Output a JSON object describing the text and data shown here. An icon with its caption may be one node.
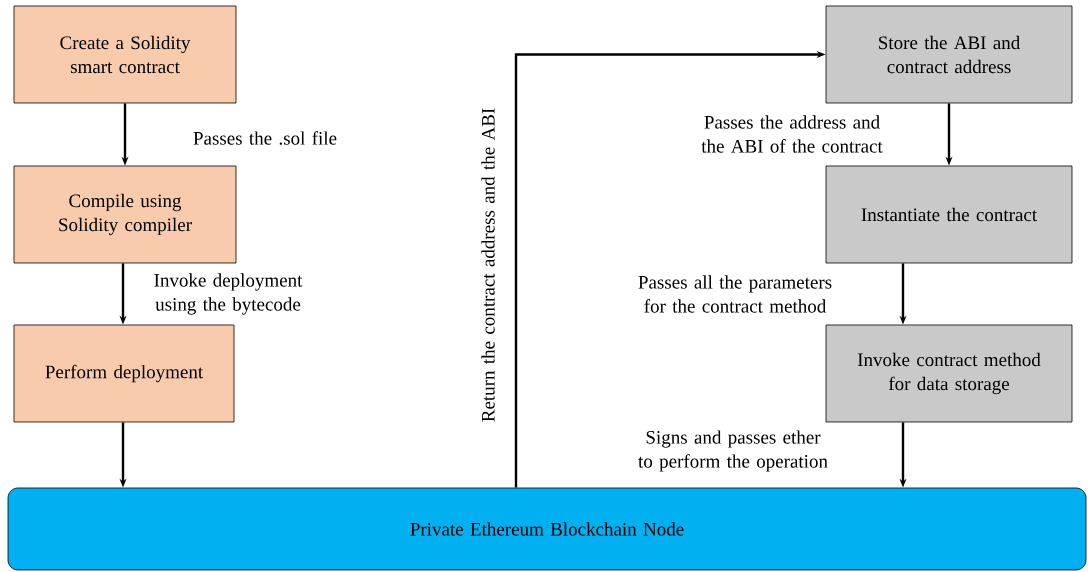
{
  "diagram": {
    "nodes": [
      {
        "text": [
          "Create a Solidity smart contract"
        ]
      },
      {
        "text": [
          "Compile using Solidity compiler"
        ]
      },
      {
        "text": [
          "Perform deployment"
        ]
      },
      {
        "text": [
          "Store the ABI and contract address"
        ]
      },
      {
        "text": [
          "Instantiate the contract"
        ]
      },
      {
        "text": [
          "Invoke contract method for data storage"
        ]
      },
      {
        "text": [
          "Private Ethereum Blockchain Node"
        ]
      }
    ],
    "edges": [
      {
        "from": 0,
        "to": 1,
        "arrow": "to",
        "label": "Passes the .sol file"
      },
      {
        "from": 1,
        "to": 2,
        "arrow": "to",
        "label": "Invoke deployment using the bytecode"
      },
      {
        "from": 2,
        "to": 6,
        "arrow": "to"
      },
      {
        "from": 6,
        "to": 3,
        "arrow": "to",
        "label": "Return the contract address and the ABI"
      },
      {
        "from": 3,
        "to": 4,
        "arrow": "to",
        "label": "Passes the address and the ABI of the contract"
      },
      {
        "from": 4,
        "to": 5,
        "arrow": "to",
        "label": "Passes all the parameters for the contract method"
      },
      {
        "from": 5,
        "to": 6,
        "arrow": "to",
        "label": "Signs and passes ether to perform the operation"
      }
    ]
  }
}
